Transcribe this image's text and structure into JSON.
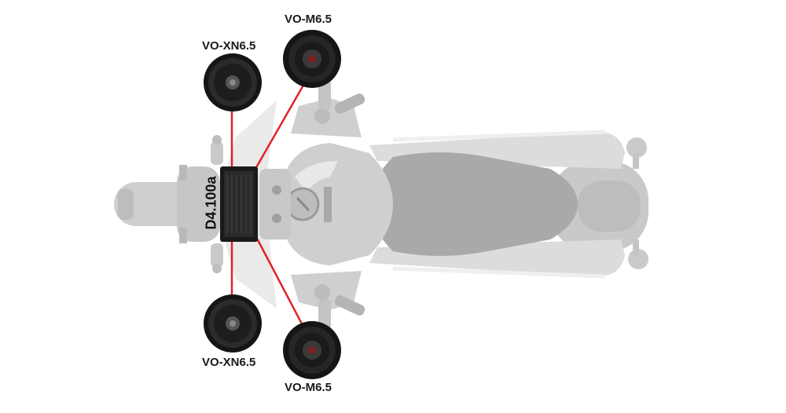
{
  "amplifier": {
    "model": "D4.100a"
  },
  "speakers": {
    "front_left": {
      "model": "VO-XN6.5"
    },
    "rear_left": {
      "model": "VO-XN6.5"
    },
    "front_right": {
      "model": "VO-M6.5"
    },
    "rear_right": {
      "model": "VO-M6.5"
    }
  },
  "colors": {
    "wire": "#e0232a",
    "bike_body": "#cfcfcf",
    "bike_dark": "#b0b0b0",
    "speaker": "#1c1c1c"
  }
}
